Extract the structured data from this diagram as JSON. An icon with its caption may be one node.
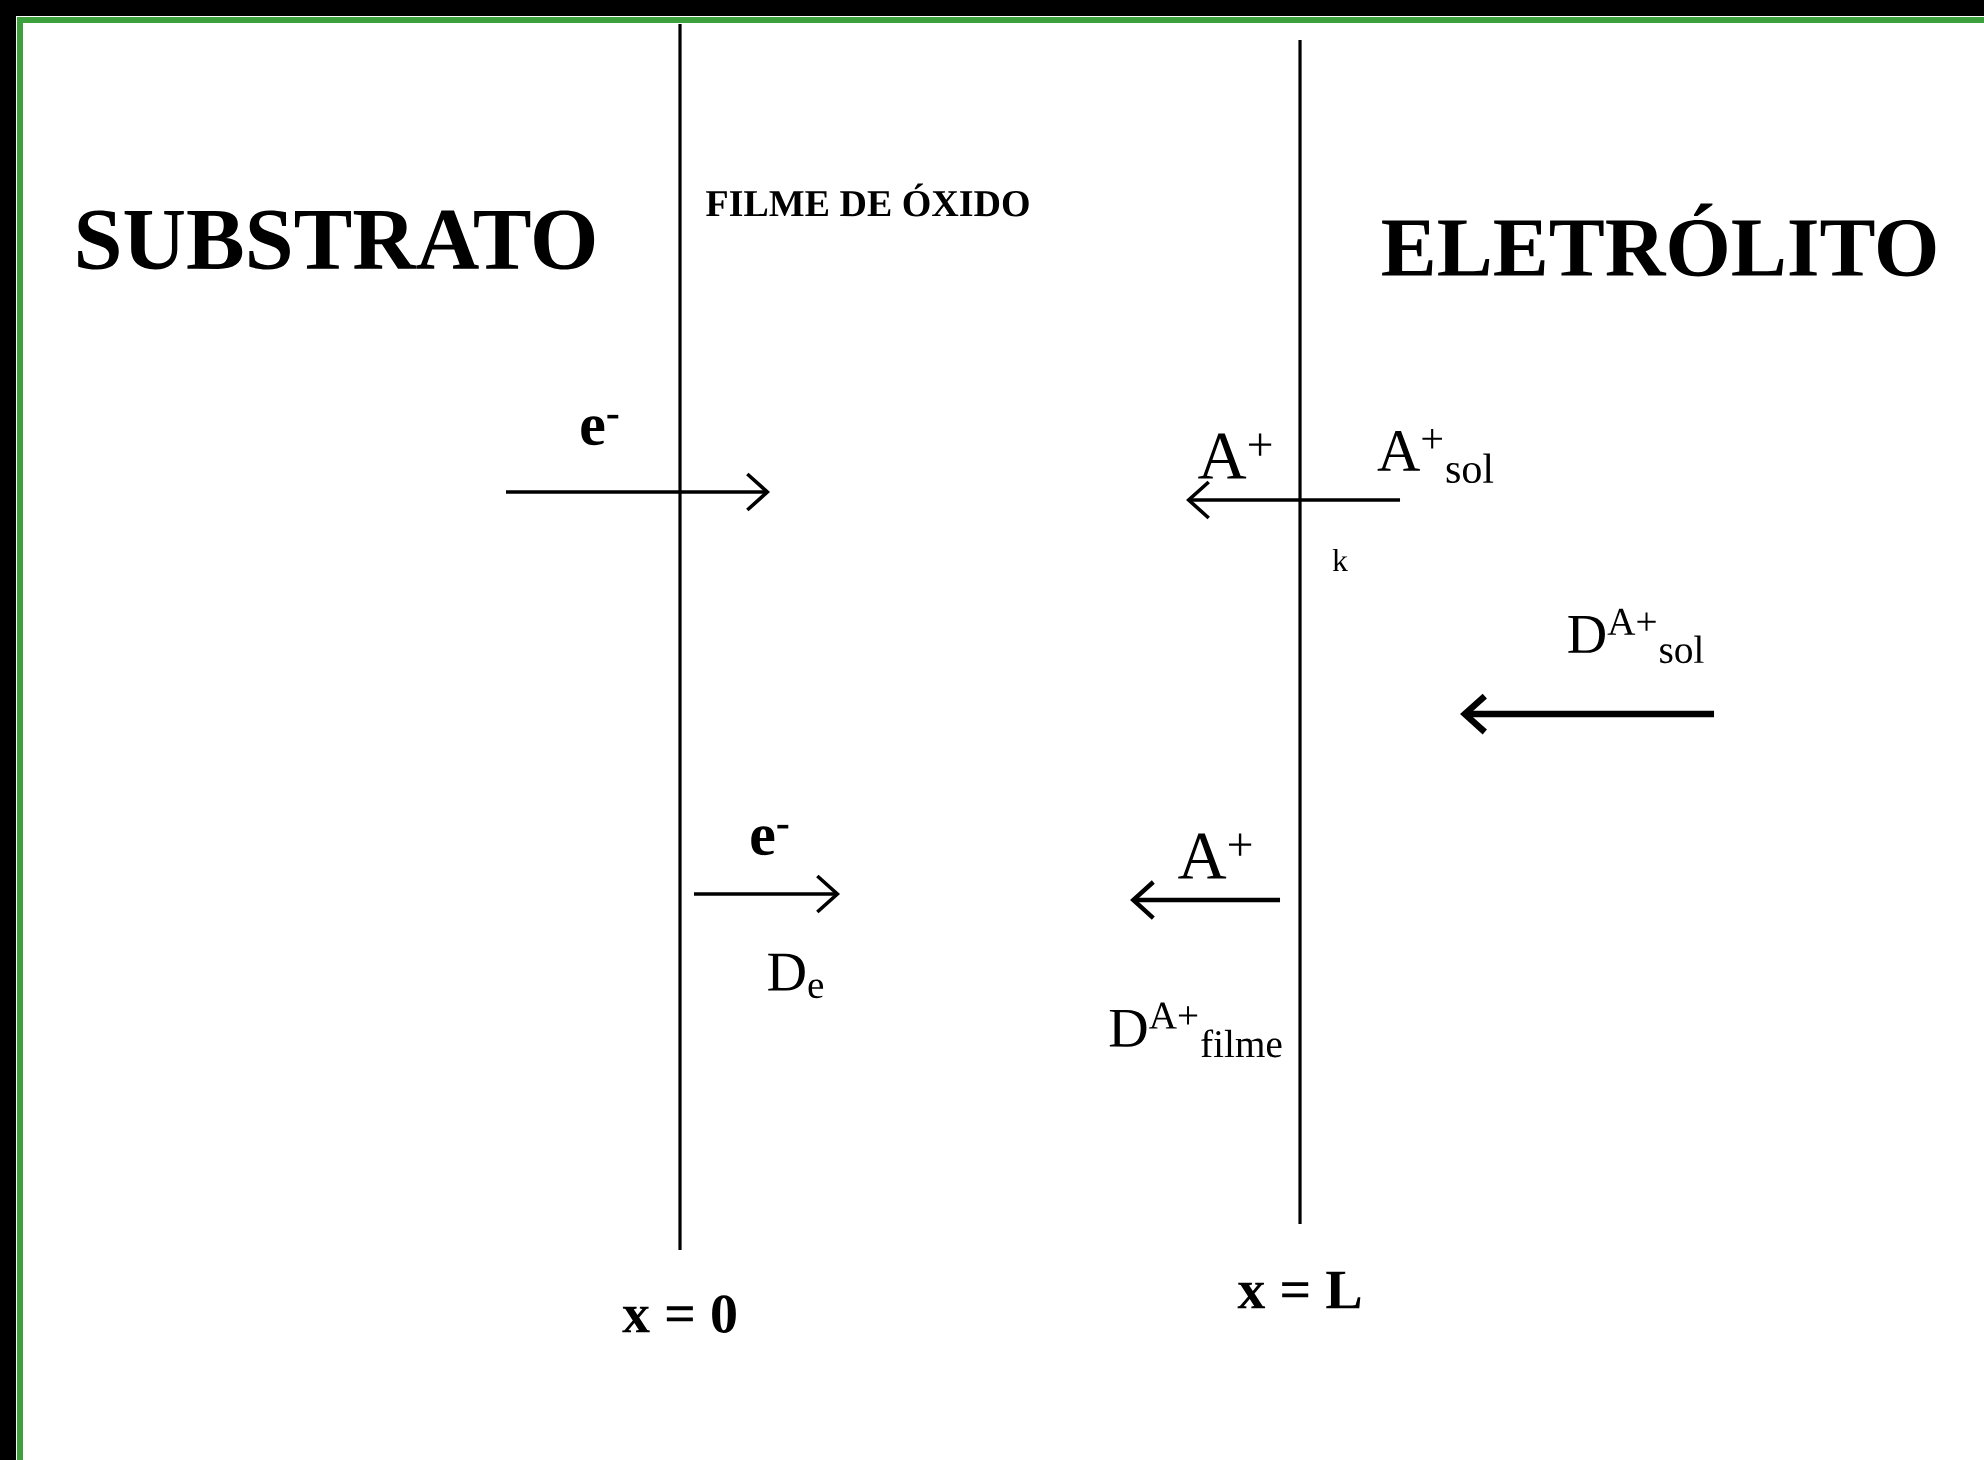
{
  "diagram": {
    "labels": [
      "SUBSTRATO",
      "FILME DE ÓXIDO",
      "ELETRÓLITO",
      "e$^{-}$",
      "A$^{+}$",
      "A$^{+}$$_{sol}$",
      "k",
      "D$^{A+}$$_{sol}$",
      "e$^{-}$",
      "D$_{e}$",
      "A$^{+}$",
      "D$^{A+}$$_{filme}$",
      "x = 0",
      "x = L"
    ]
  }
}
